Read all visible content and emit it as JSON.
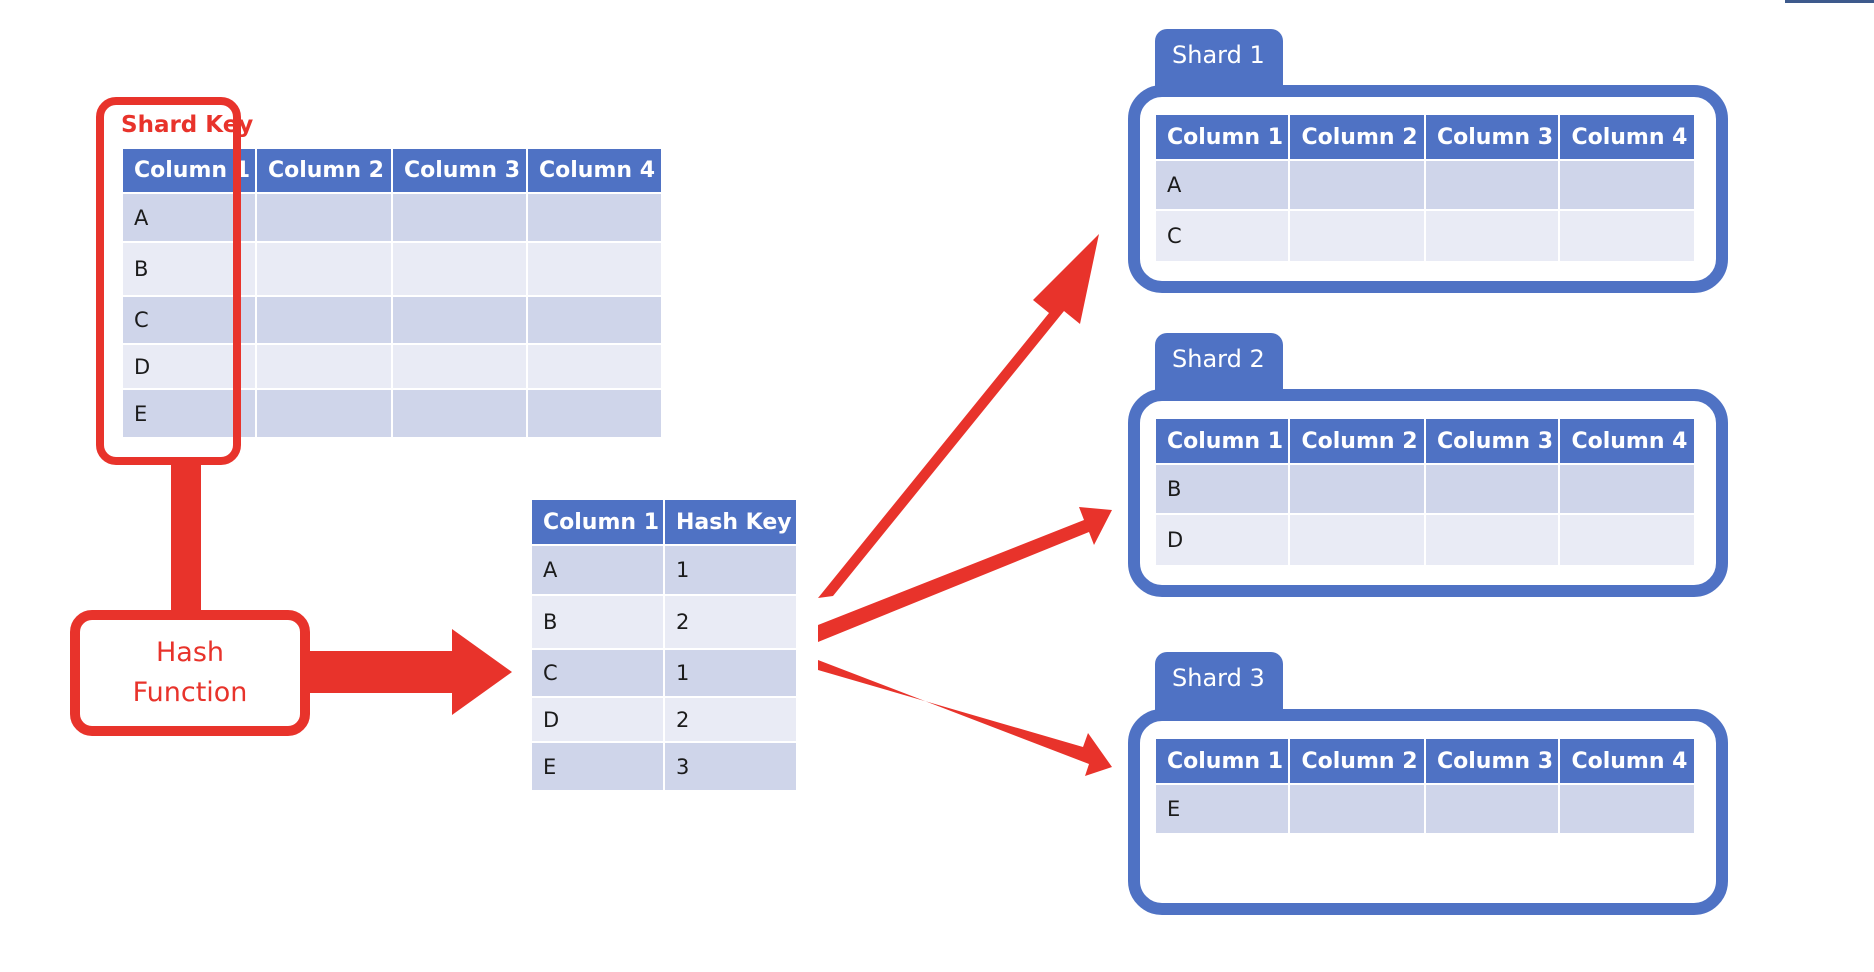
{
  "shard_key_label": "Shard Key",
  "hash_function_label": "Hash Function",
  "source_table": {
    "headers": [
      "Column 1",
      "Column 2",
      "Column 3",
      "Column 4"
    ],
    "rows": [
      "A",
      "B",
      "C",
      "D",
      "E"
    ]
  },
  "hash_table": {
    "headers": [
      "Column 1",
      "Hash Key"
    ],
    "rows": [
      [
        "A",
        "1"
      ],
      [
        "B",
        "2"
      ],
      [
        "C",
        "1"
      ],
      [
        "D",
        "2"
      ],
      [
        "E",
        "3"
      ]
    ]
  },
  "shards": [
    {
      "title": "Shard 1",
      "headers": [
        "Column 1",
        "Column 2",
        "Column 3",
        "Column 4"
      ],
      "rows": [
        "A",
        "C"
      ]
    },
    {
      "title": "Shard 2",
      "headers": [
        "Column 1",
        "Column 2",
        "Column 3",
        "Column 4"
      ],
      "rows": [
        "B",
        "D"
      ]
    },
    {
      "title": "Shard 3",
      "headers": [
        "Column 1",
        "Column 2",
        "Column 3",
        "Column 4"
      ],
      "rows": [
        "E"
      ]
    }
  ],
  "colors": {
    "header_blue": "#4f72c4",
    "row_dark": "#cfd5ea",
    "row_light": "#e9ebf5",
    "accent_red": "#e8332b"
  }
}
